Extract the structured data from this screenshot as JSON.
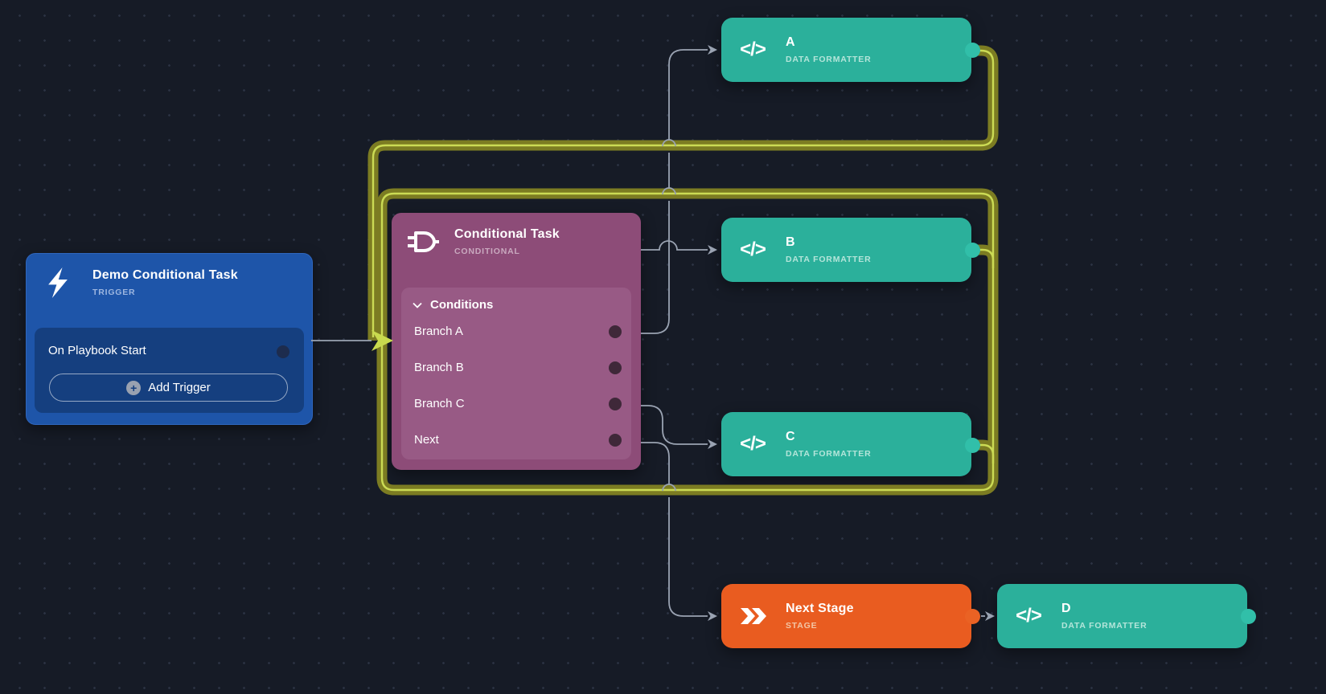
{
  "canvas": {
    "background": "#161b26",
    "grid_dot_color": "#2b3242"
  },
  "colors": {
    "trigger_blue": "#1e55a9",
    "trigger_inner_blue": "#153f7f",
    "conditional_purple": "#8d4c78",
    "conditional_inner_purple": "#985a85",
    "formatter_teal": "#2bb09b",
    "stage_orange": "#e95c20",
    "loop_highlight_halo": "#7c7c22",
    "loop_highlight_line": "#cbdb54",
    "loop_arrow": "#c8da4e",
    "edge_gray": "#9aa3b2"
  },
  "nodes": {
    "trigger": {
      "title": "Demo Conditional Task",
      "type_label": "TRIGGER",
      "row_label": "On Playbook Start",
      "add_button_label": "Add Trigger",
      "add_button_plus": "+"
    },
    "conditional": {
      "title": "Conditional Task",
      "type_label": "CONDITIONAL",
      "section_label": "Conditions",
      "branches": [
        {
          "label": "Branch A"
        },
        {
          "label": "Branch B"
        },
        {
          "label": "Branch C"
        },
        {
          "label": "Next"
        }
      ]
    },
    "formatter_a": {
      "title": "A",
      "type_label": "DATA FORMATTER"
    },
    "formatter_b": {
      "title": "B",
      "type_label": "DATA FORMATTER"
    },
    "formatter_c": {
      "title": "C",
      "type_label": "DATA FORMATTER"
    },
    "formatter_d": {
      "title": "D",
      "type_label": "DATA FORMATTER"
    },
    "next_stage": {
      "title": "Next Stage",
      "type_label": "STAGE"
    }
  },
  "icons": {
    "trigger": "lightning-icon",
    "conditional": "logic-gate-icon",
    "formatter_glyph": "</>",
    "stage": "double-chevron-icon",
    "conditions_collapse": "chevron-down-icon"
  }
}
